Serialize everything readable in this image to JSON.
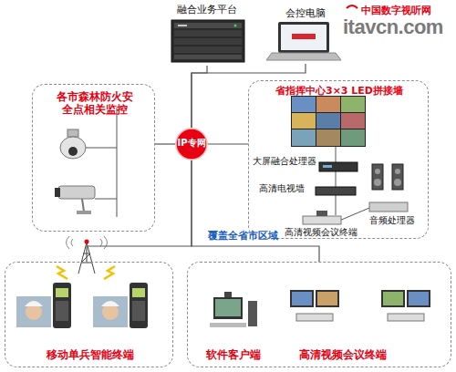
{
  "diagram": {
    "nodes": [
      {
        "text": [
          "融合业务平台"
        ]
      },
      {
        "text": [
          "会控电脑"
        ]
      },
      {
        "text": [
          "各市森林防火安全点相关监控"
        ]
      },
      {
        "text": [
          "IP专网"
        ]
      },
      {
        "text": [
          "省指挥中心3×3 LED拼接墙"
        ]
      },
      {
        "text": [
          "移动单兵智能终端"
        ]
      },
      {
        "text": [
          "软件客户端",
          "高清视频会议终端"
        ]
      }
    ],
    "edges": [
      {
        "from": 0,
        "to": 3,
        "arrow": "none"
      },
      {
        "from": 1,
        "to": 3,
        "arrow": "none"
      },
      {
        "from": 3,
        "to": 2,
        "arrow": "none"
      },
      {
        "from": 3,
        "to": 4,
        "arrow": "none"
      },
      {
        "from": 3,
        "to": 5,
        "arrow": "none"
      },
      {
        "from": 3,
        "to": 6,
        "arrow": "none"
      }
    ],
    "labels": [
      "中国数字视听网",
      "itavcn.com",
      "大屏融合处理器",
      "高清电视墙",
      "高清视频会议终端",
      "音频处理器",
      "覆盖全省市区域"
    ]
  }
}
